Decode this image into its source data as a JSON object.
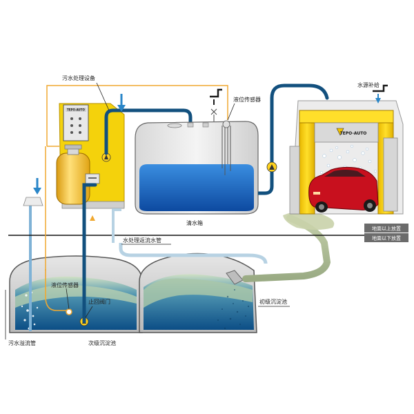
{
  "labels": {
    "treatment_equipment": "污水处理设备",
    "level_sensor_top": "液位传感器",
    "clean_water_tank": "清水箱",
    "water_supply": "水源补给",
    "return_pipe": "水处理返流水管",
    "level_sensor_bottom": "液位传感器",
    "check_valve": "止回阀门",
    "secondary_tank": "次级沉淀池",
    "overflow_pipe": "污水溢流管",
    "primary_tank": "初级沉淀池"
  },
  "zones": {
    "above_ground": "地面以上放置",
    "below_ground": "地面以下放置"
  },
  "branding": {
    "panel_brand": "TEPO-AUTO",
    "gantry_brand": "TEPO-AUTO"
  },
  "colors": {
    "pipe_blue": "#12507e",
    "water_blue": "#1e6fc0",
    "frame_yellow": "#f4d20c",
    "pump_yellow": "#ffd21e",
    "orange_line": "#f0a830",
    "car_red": "#c8101e",
    "zone_label_bg": "#6b6b6b",
    "sludge_green": "#a8b890",
    "arrow_blue": "#2a86c8"
  },
  "icons": [
    "water-tap-icon",
    "pump-icon",
    "down-arrow-icon"
  ]
}
